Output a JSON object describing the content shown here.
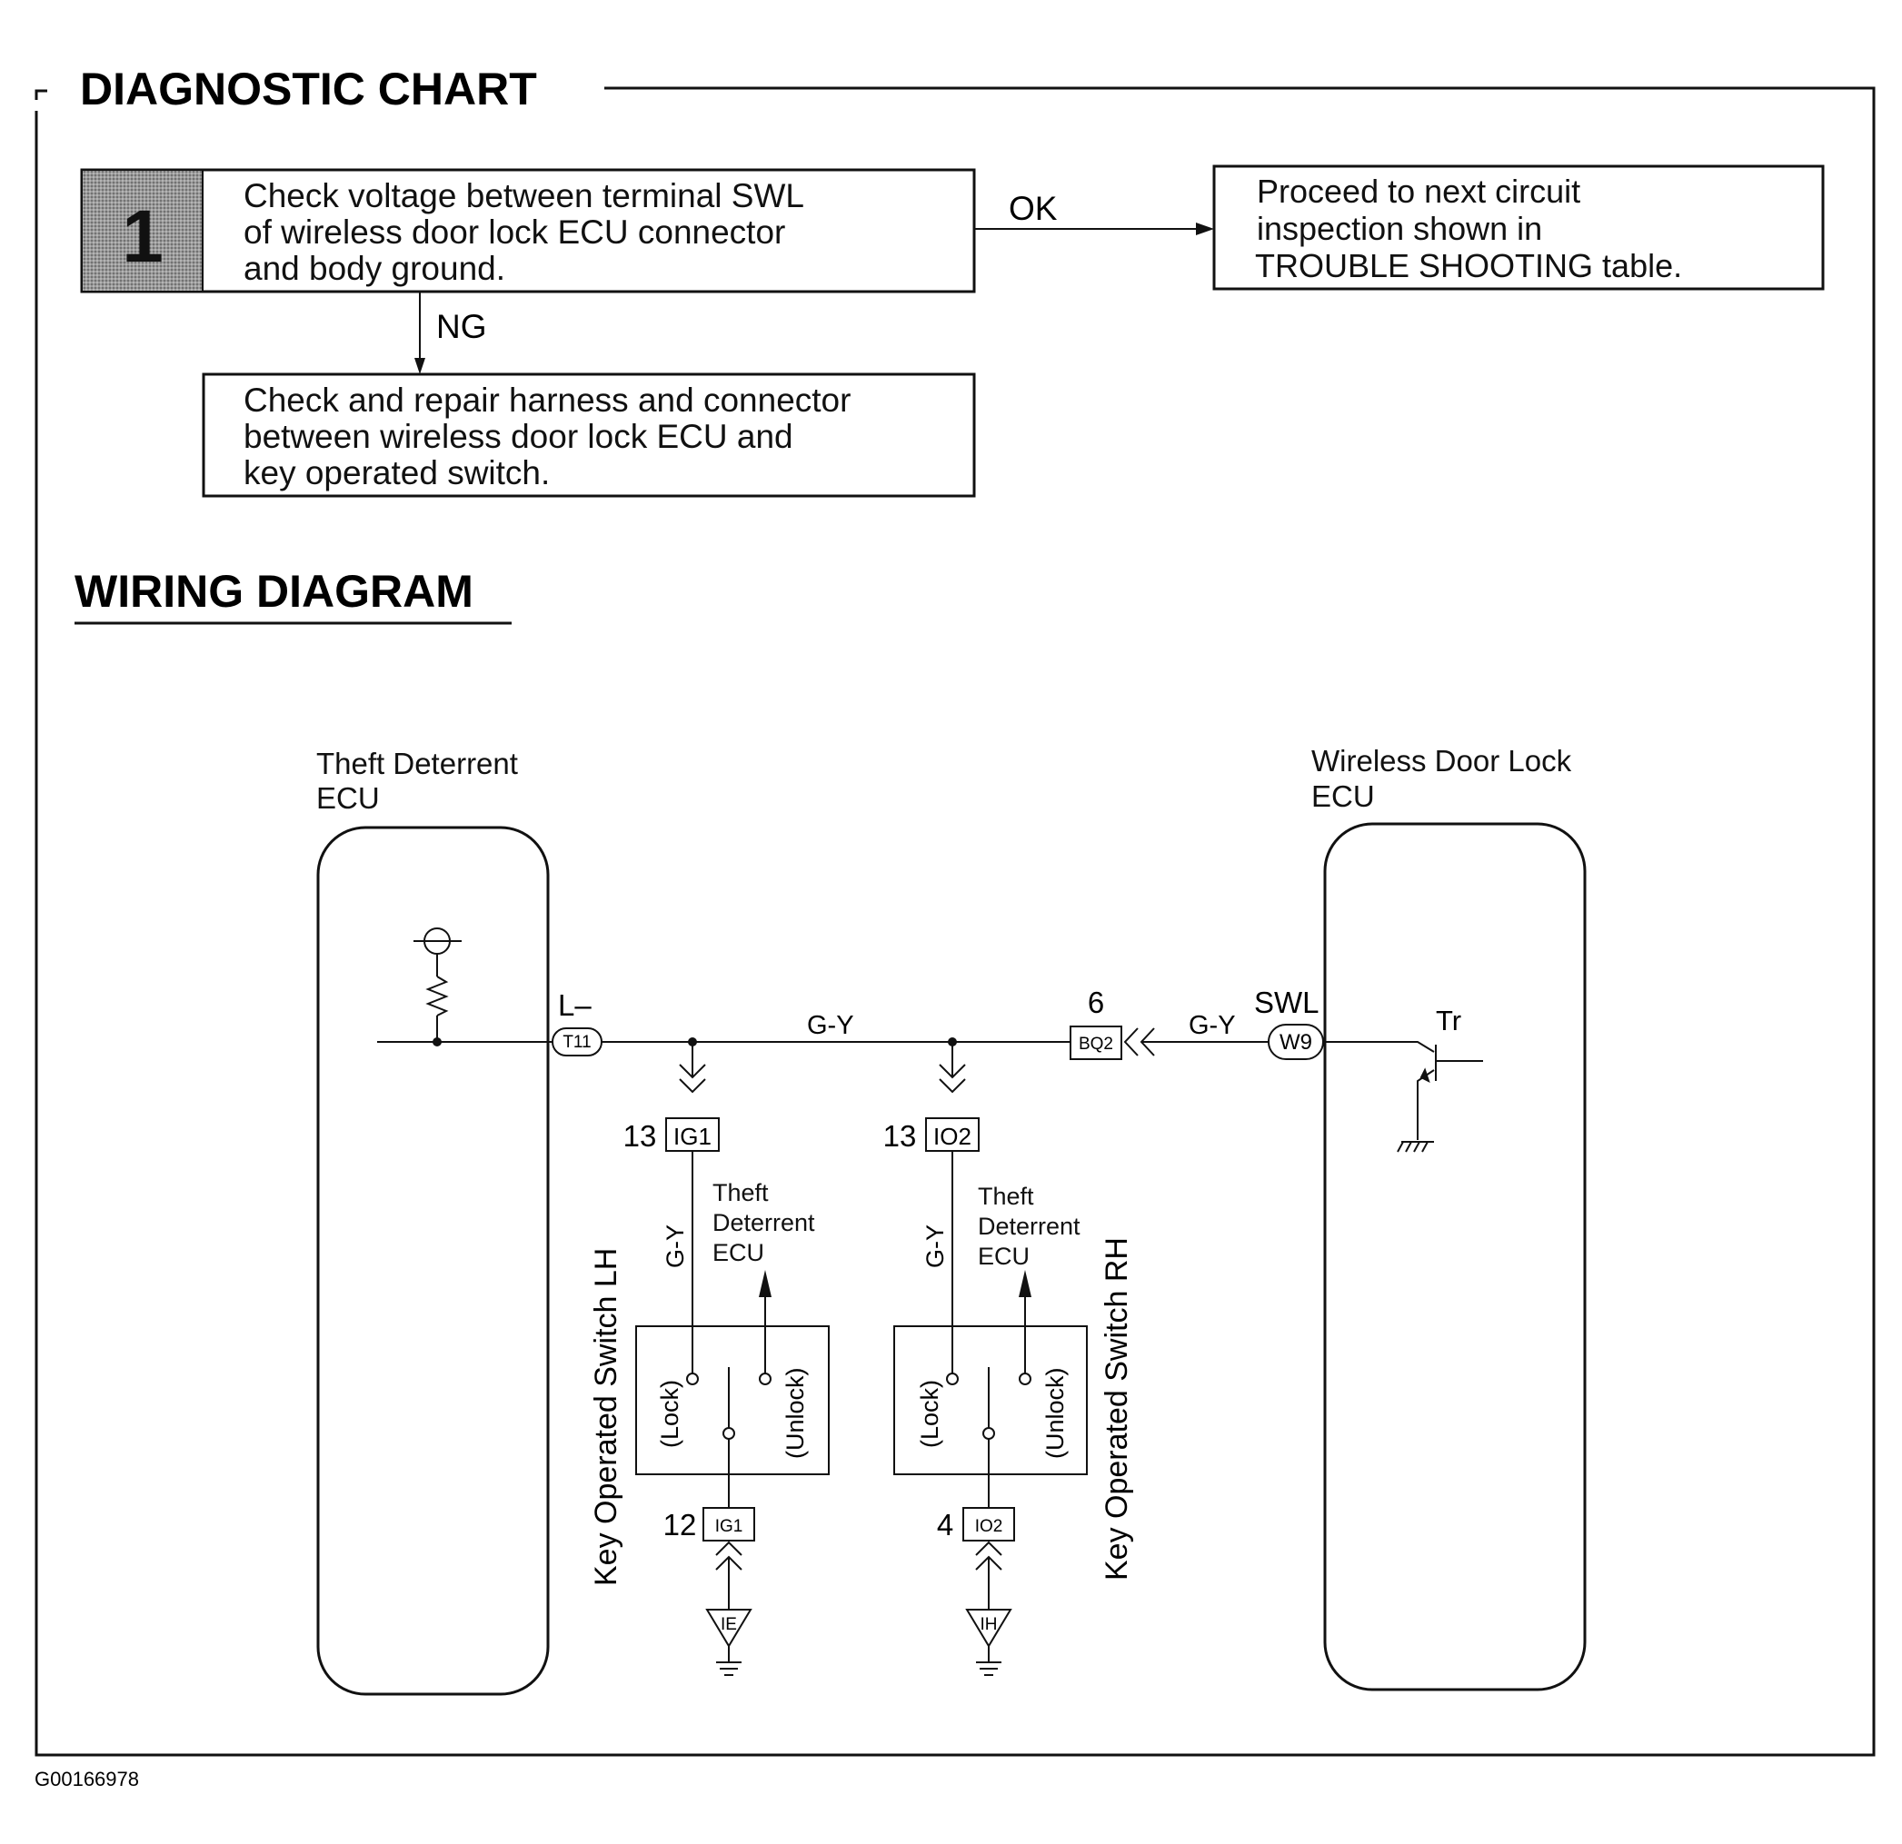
{
  "diagnostic_chart": {
    "title": "DIAGNOSTIC CHART",
    "step1": {
      "number": "1",
      "lines": [
        "Check voltage between terminal SWL",
        "of wireless door lock ECU connector",
        "and body ground."
      ]
    },
    "ok_label": "OK",
    "ok_result_lines": [
      "Proceed to next circuit",
      "inspection shown in",
      "TROUBLE SHOOTING table."
    ],
    "ng_label": "NG",
    "ng_result_lines": [
      "Check and repair harness and connector",
      "between wireless door lock ECU and",
      "key operated switch."
    ]
  },
  "wiring_diagram": {
    "title": "WIRING DIAGRAM",
    "left_ecu_lines": [
      "Theft Deterrent",
      "ECU"
    ],
    "right_ecu_lines": [
      "Wireless Door Lock",
      "ECU"
    ],
    "left_terminal": "L–",
    "left_connector": "T11",
    "right_terminal": "SWL",
    "right_connector": "W9",
    "transistor_label": "Tr",
    "wire_color": "G-Y",
    "junction_pin": "6",
    "junction_connector": "BQ2",
    "lh": {
      "top_pin": "13",
      "top_connector": "IG1",
      "wire_color": "G-Y",
      "ecu_lines": [
        "Theft",
        "Deterrent",
        "ECU"
      ],
      "lock_label": "(Lock)",
      "unlock_label": "(Unlock)",
      "bottom_pin": "12",
      "bottom_connector": "IG1",
      "ground": "IE",
      "switch_name": "Key Operated Switch LH"
    },
    "rh": {
      "top_pin": "13",
      "top_connector": "IO2",
      "wire_color": "G-Y",
      "ecu_lines": [
        "Theft",
        "Deterrent",
        "ECU"
      ],
      "lock_label": "(Lock)",
      "unlock_label": "(Unlock)",
      "bottom_pin": "4",
      "bottom_connector": "IO2",
      "ground": "IH",
      "switch_name": "Key Operated Switch RH"
    }
  },
  "figure_id": "G00166978"
}
